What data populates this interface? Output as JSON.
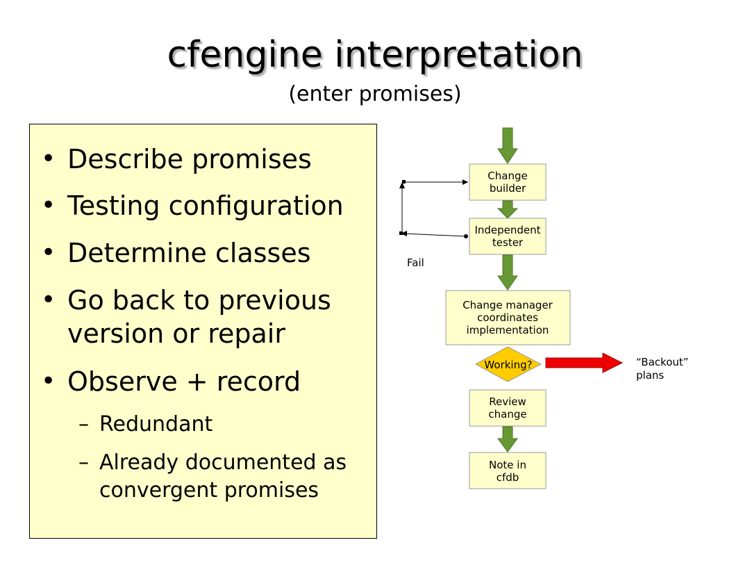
{
  "slide": {
    "title": "cfengine interpretation",
    "subtitle": "(enter promises)"
  },
  "bullets": [
    {
      "text": "Describe promises"
    },
    {
      "text": "Testing configuration"
    },
    {
      "text": "Determine classes"
    },
    {
      "text": "Go back to previous version or repair"
    },
    {
      "text": "Observe + record"
    }
  ],
  "sub_bullets": [
    {
      "text": "Redundant"
    },
    {
      "text": "Already documented as convergent promises"
    }
  ],
  "diagram": {
    "nodes": {
      "change_builder": [
        "Change",
        "builder"
      ],
      "independent_tester": [
        "Independent",
        "tester"
      ],
      "change_manager": [
        "Change manager",
        "coordinates",
        "implementation"
      ],
      "working": "Working?",
      "review_change": [
        "Review",
        "change"
      ],
      "note_cfdb": [
        "Note in",
        "cfdb"
      ]
    },
    "fail_label": "Fail",
    "backout_label": [
      "“Backout”",
      "plans"
    ],
    "colors": {
      "arrow_green": "#669933",
      "arrow_red": "#ee0000",
      "box_fill": "#ffffcc",
      "box_border": "#999999",
      "decision_fill": "#ffcc00"
    }
  }
}
